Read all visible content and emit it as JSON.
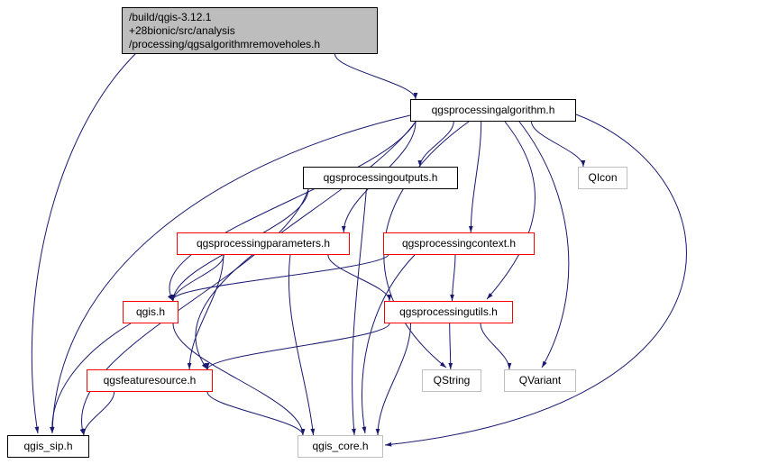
{
  "diagram": {
    "type": "doxygen-include-dependency-graph",
    "background": "#ffffff",
    "colors": {
      "edge": "#191970",
      "node_border": "#000000",
      "truncated_border": "#ff0000",
      "external_border": "#bfbfbf",
      "title_fill": "#bdbdbd",
      "node_fill": "#ffffff",
      "text": "#000000"
    },
    "nodes": [
      {
        "id": "title",
        "label": "/build/qgis-3.12.1\n+28bionic/src/analysis\n/processing/qgsalgorithmremoveholes.h",
        "style": "title"
      },
      {
        "id": "algorithm",
        "label": "qgsprocessingalgorithm.h",
        "style": "default"
      },
      {
        "id": "outputs",
        "label": "qgsprocessingoutputs.h",
        "style": "default"
      },
      {
        "id": "qicon",
        "label": "QIcon",
        "style": "external"
      },
      {
        "id": "parameters",
        "label": "qgsprocessingparameters.h",
        "style": "truncated"
      },
      {
        "id": "context",
        "label": "qgsprocessingcontext.h",
        "style": "truncated"
      },
      {
        "id": "qgis",
        "label": "qgis.h",
        "style": "truncated"
      },
      {
        "id": "utils",
        "label": "qgsprocessingutils.h",
        "style": "truncated"
      },
      {
        "id": "featuresource",
        "label": "qgsfeaturesource.h",
        "style": "truncated"
      },
      {
        "id": "qstring",
        "label": "QString",
        "style": "external"
      },
      {
        "id": "qvariant",
        "label": "QVariant",
        "style": "external"
      },
      {
        "id": "qgis_sip",
        "label": "qgis_sip.h",
        "style": "default"
      },
      {
        "id": "qgis_core",
        "label": "qgis_core.h",
        "style": "external"
      }
    ],
    "edges": [
      {
        "from": "title",
        "to": "algorithm"
      },
      {
        "from": "title",
        "to": "qgis_sip"
      },
      {
        "from": "algorithm",
        "to": "outputs"
      },
      {
        "from": "algorithm",
        "to": "qicon"
      },
      {
        "from": "algorithm",
        "to": "parameters"
      },
      {
        "from": "algorithm",
        "to": "context"
      },
      {
        "from": "algorithm",
        "to": "qgis"
      },
      {
        "from": "algorithm",
        "to": "utils"
      },
      {
        "from": "algorithm",
        "to": "featuresource"
      },
      {
        "from": "algorithm",
        "to": "qstring"
      },
      {
        "from": "algorithm",
        "to": "qvariant"
      },
      {
        "from": "algorithm",
        "to": "qgis_sip"
      },
      {
        "from": "algorithm",
        "to": "qgis_core"
      },
      {
        "from": "outputs",
        "to": "qgis"
      },
      {
        "from": "outputs",
        "to": "qgis_sip"
      },
      {
        "from": "outputs",
        "to": "qgis_core"
      },
      {
        "from": "parameters",
        "to": "qgis"
      },
      {
        "from": "parameters",
        "to": "utils"
      },
      {
        "from": "parameters",
        "to": "featuresource"
      },
      {
        "from": "parameters",
        "to": "qgis_core"
      },
      {
        "from": "context",
        "to": "qgis"
      },
      {
        "from": "context",
        "to": "utils"
      },
      {
        "from": "context",
        "to": "qgis_core"
      },
      {
        "from": "utils",
        "to": "qstring"
      },
      {
        "from": "utils",
        "to": "qvariant"
      },
      {
        "from": "utils",
        "to": "featuresource"
      },
      {
        "from": "utils",
        "to": "qgis_core"
      },
      {
        "from": "qgis",
        "to": "qgis_sip"
      },
      {
        "from": "qgis",
        "to": "qgis_core"
      },
      {
        "from": "featuresource",
        "to": "qgis_sip"
      },
      {
        "from": "featuresource",
        "to": "qgis_core"
      }
    ]
  }
}
